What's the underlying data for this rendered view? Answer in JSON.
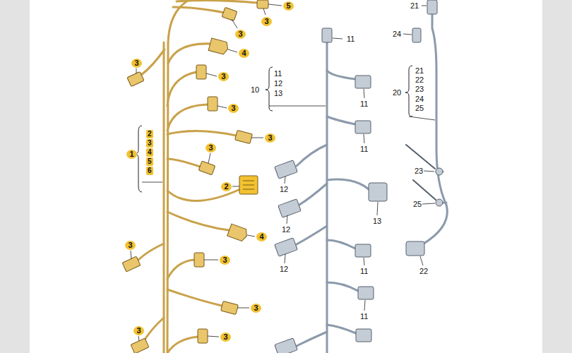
{
  "diagram": {
    "labels": [
      "5",
      "3",
      "3",
      "4",
      "3",
      "3",
      "3",
      "1",
      "2",
      "3",
      "4",
      "5",
      "6",
      "3",
      "3",
      "2",
      "4",
      "3",
      "3",
      "3",
      "3",
      "3",
      "11",
      "11",
      "12",
      "13",
      "10",
      "11",
      "11",
      "12",
      "13",
      "12",
      "12",
      "11",
      "11",
      "21",
      "24",
      "21",
      "22",
      "23",
      "24",
      "25",
      "20",
      "23",
      "25",
      "22"
    ]
  }
}
